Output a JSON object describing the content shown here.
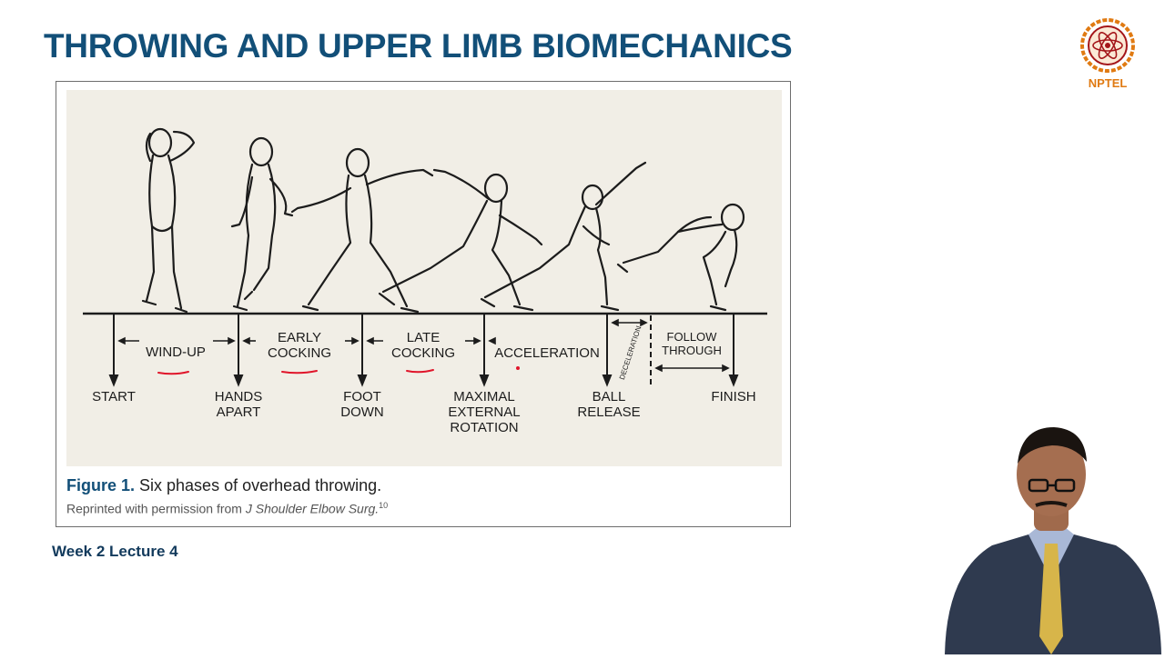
{
  "slide": {
    "title": "THROWING AND UPPER LIMB BIOMECHANICS",
    "logo_text": "NPTEL",
    "footer": "Week 2 Lecture 4"
  },
  "figure": {
    "caption_label": "Figure 1.",
    "caption_text": " Six phases of overhead throwing.",
    "source_prefix": "Reprinted with permission from ",
    "source_journal": "J Shoulder Elbow Surg.",
    "source_ref": "10",
    "phases": [
      {
        "line1": "",
        "line2": "WIND-UP"
      },
      {
        "line1": "EARLY",
        "line2": "COCKING"
      },
      {
        "line1": "LATE",
        "line2": "COCKING"
      },
      {
        "line1": "",
        "line2": "ACCELERATION"
      },
      {
        "vertical": "DECELERATION"
      },
      {
        "line1": "FOLLOW",
        "line2": "THROUGH"
      }
    ],
    "events": [
      {
        "lines": [
          "START"
        ]
      },
      {
        "lines": [
          "HANDS",
          "APART"
        ]
      },
      {
        "lines": [
          "FOOT",
          "DOWN"
        ]
      },
      {
        "lines": [
          "MAXIMAL",
          "EXTERNAL",
          "ROTATION"
        ]
      },
      {
        "lines": [
          "BALL",
          "RELEASE"
        ]
      },
      {
        "lines": [
          "FINISH"
        ]
      }
    ],
    "annotation_color": "#e0152a"
  }
}
